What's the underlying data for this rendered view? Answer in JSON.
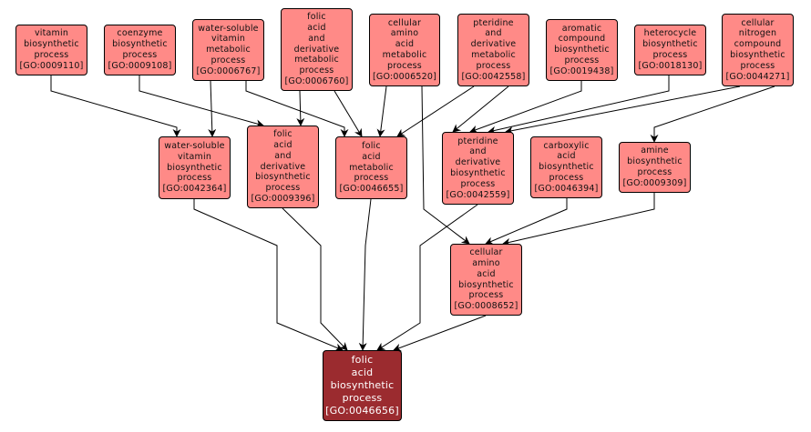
{
  "diagram": {
    "title": "GO ancestor graph: folic acid biosynthetic process",
    "colors": {
      "node_fill": "#ff8a87",
      "target_fill": "#9b2b2f",
      "edge": "#000000"
    },
    "nodes": [
      {
        "id": "GO:0009110",
        "lines": [
          "vitamin",
          "biosynthetic",
          "process",
          "[GO:0009110]"
        ]
      },
      {
        "id": "GO:0009108",
        "lines": [
          "coenzyme",
          "biosynthetic",
          "process",
          "[GO:0009108]"
        ]
      },
      {
        "id": "GO:0006767",
        "lines": [
          "water-soluble",
          "vitamin",
          "metabolic",
          "process",
          "[GO:0006767]"
        ]
      },
      {
        "id": "GO:0006760",
        "lines": [
          "folic",
          "acid",
          "and",
          "derivative",
          "metabolic",
          "process",
          "[GO:0006760]"
        ]
      },
      {
        "id": "GO:0006520",
        "lines": [
          "cellular",
          "amino",
          "acid",
          "metabolic",
          "process",
          "[GO:0006520]"
        ]
      },
      {
        "id": "GO:0042558",
        "lines": [
          "pteridine",
          "and",
          "derivative",
          "metabolic",
          "process",
          "[GO:0042558]"
        ]
      },
      {
        "id": "GO:0019438",
        "lines": [
          "aromatic",
          "compound",
          "biosynthetic",
          "process",
          "[GO:0019438]"
        ]
      },
      {
        "id": "GO:0018130",
        "lines": [
          "heterocycle",
          "biosynthetic",
          "process",
          "[GO:0018130]"
        ]
      },
      {
        "id": "GO:0044271",
        "lines": [
          "cellular",
          "nitrogen",
          "compound",
          "biosynthetic",
          "process",
          "[GO:0044271]"
        ]
      },
      {
        "id": "GO:0042364",
        "lines": [
          "water-soluble",
          "vitamin",
          "biosynthetic",
          "process",
          "[GO:0042364]"
        ]
      },
      {
        "id": "GO:0009396",
        "lines": [
          "folic",
          "acid",
          "and",
          "derivative",
          "biosynthetic",
          "process",
          "[GO:0009396]"
        ]
      },
      {
        "id": "GO:0046655",
        "lines": [
          "folic",
          "acid",
          "metabolic",
          "process",
          "[GO:0046655]"
        ]
      },
      {
        "id": "GO:0042559",
        "lines": [
          "pteridine",
          "and",
          "derivative",
          "biosynthetic",
          "process",
          "[GO:0042559]"
        ]
      },
      {
        "id": "GO:0046394",
        "lines": [
          "carboxylic",
          "acid",
          "biosynthetic",
          "process",
          "[GO:0046394]"
        ]
      },
      {
        "id": "GO:0009309",
        "lines": [
          "amine",
          "biosynthetic",
          "process",
          "[GO:0009309]"
        ]
      },
      {
        "id": "GO:0008652",
        "lines": [
          "cellular",
          "amino",
          "acid",
          "biosynthetic",
          "process",
          "[GO:0008652]"
        ]
      },
      {
        "id": "GO:0046656",
        "lines": [
          "folic",
          "acid",
          "biosynthetic",
          "process",
          "[GO:0046656]"
        ],
        "target": true
      }
    ],
    "edges": [
      {
        "from": "GO:0009110",
        "to": "GO:0042364"
      },
      {
        "from": "GO:0006767",
        "to": "GO:0042364"
      },
      {
        "from": "GO:0009108",
        "to": "GO:0009396"
      },
      {
        "from": "GO:0006760",
        "to": "GO:0009396"
      },
      {
        "from": "GO:0006767",
        "to": "GO:0046655"
      },
      {
        "from": "GO:0006760",
        "to": "GO:0046655"
      },
      {
        "from": "GO:0006520",
        "to": "GO:0046655"
      },
      {
        "from": "GO:0042558",
        "to": "GO:0046655"
      },
      {
        "from": "GO:0042558",
        "to": "GO:0042559"
      },
      {
        "from": "GO:0019438",
        "to": "GO:0042559"
      },
      {
        "from": "GO:0018130",
        "to": "GO:0042559"
      },
      {
        "from": "GO:0044271",
        "to": "GO:0042559"
      },
      {
        "from": "GO:0044271",
        "to": "GO:0009309"
      },
      {
        "from": "GO:0006520",
        "to": "GO:0008652"
      },
      {
        "from": "GO:0046394",
        "to": "GO:0008652"
      },
      {
        "from": "GO:0009309",
        "to": "GO:0008652"
      },
      {
        "from": "GO:0042364",
        "to": "GO:0046656"
      },
      {
        "from": "GO:0009396",
        "to": "GO:0046656"
      },
      {
        "from": "GO:0046655",
        "to": "GO:0046656"
      },
      {
        "from": "GO:0042559",
        "to": "GO:0046656"
      },
      {
        "from": "GO:0008652",
        "to": "GO:0046656"
      }
    ]
  }
}
